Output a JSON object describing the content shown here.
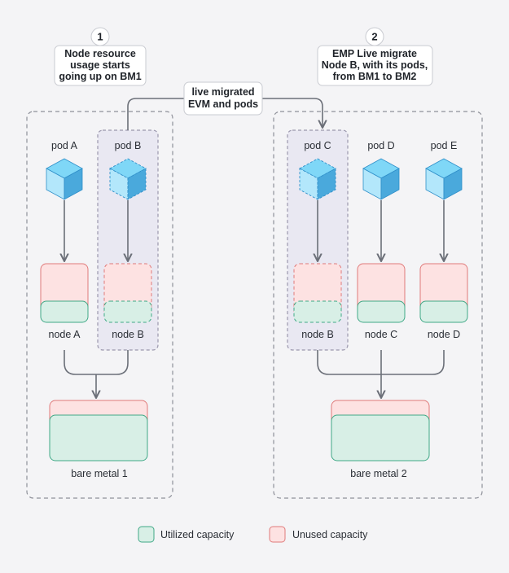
{
  "steps": [
    {
      "number": "1",
      "lines": [
        "Node resource",
        "usage starts",
        "going up on BM1"
      ]
    },
    {
      "number": "2",
      "lines": [
        "EMP Live migrate",
        "Node B, with its pods,",
        "from BM1 to BM2"
      ]
    }
  ],
  "migration_label": [
    "live migrated",
    "EVM and pods"
  ],
  "pods": {
    "a": "pod A",
    "b": "pod B",
    "c": "pod C",
    "d": "pod D",
    "e": "pod E"
  },
  "nodes": {
    "a": "node A",
    "b_source": "node B",
    "b_target": "node B",
    "c": "node C",
    "d": "node D"
  },
  "bare_metals": {
    "bm1": "bare metal 1",
    "bm2": "bare metal 2"
  },
  "legend": {
    "utilized": "Utilized capacity",
    "unused": "Unused capacity"
  },
  "colors": {
    "background": "#f4f4f6",
    "utilized_fill": "#d8efe6",
    "utilized_stroke": "#3fa886",
    "unused_fill": "#fde2e2",
    "unused_stroke": "#e07a7a",
    "cube_top": "#7fd7f7",
    "cube_left": "#b3e7fb",
    "cube_right": "#4aa9dc",
    "highlight_fill": "#e9e8f2",
    "highlight_stroke": "#9b97ad",
    "arrow": "#6b6f78"
  }
}
